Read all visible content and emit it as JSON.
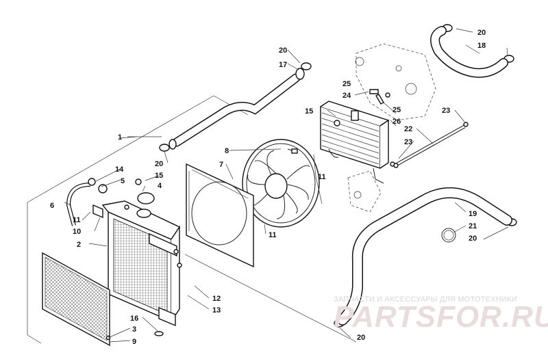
{
  "watermark": {
    "subtitle": "ЗАПЧАСТИ И АКСЕССУАРЫ ДЛЯ МОТОТЕХНИКИ",
    "brand": "PARTSFOR.RU"
  },
  "callouts": [
    {
      "id": "c1",
      "text": "1"
    },
    {
      "id": "c2",
      "text": "2"
    },
    {
      "id": "c3",
      "text": "3"
    },
    {
      "id": "c4",
      "text": "4"
    },
    {
      "id": "c5",
      "text": "5"
    },
    {
      "id": "c6",
      "text": "6"
    },
    {
      "id": "c7",
      "text": "7"
    },
    {
      "id": "c8",
      "text": "8"
    },
    {
      "id": "c9",
      "text": "9"
    },
    {
      "id": "c10",
      "text": "10"
    },
    {
      "id": "c11a",
      "text": "11"
    },
    {
      "id": "c11b",
      "text": "11"
    },
    {
      "id": "c11c",
      "text": "11"
    },
    {
      "id": "c12",
      "text": "12"
    },
    {
      "id": "c13",
      "text": "13"
    },
    {
      "id": "c14",
      "text": "14"
    },
    {
      "id": "c15a",
      "text": "15"
    },
    {
      "id": "c15b",
      "text": "15"
    },
    {
      "id": "c16",
      "text": "16"
    },
    {
      "id": "c17",
      "text": "17"
    },
    {
      "id": "c18",
      "text": "18"
    },
    {
      "id": "c19",
      "text": "19"
    },
    {
      "id": "c20a",
      "text": "20"
    },
    {
      "id": "c20b",
      "text": "20"
    },
    {
      "id": "c20c",
      "text": "20"
    },
    {
      "id": "c20d",
      "text": "20"
    },
    {
      "id": "c20e",
      "text": "20"
    },
    {
      "id": "c21",
      "text": "21"
    },
    {
      "id": "c22",
      "text": "22"
    },
    {
      "id": "c23a",
      "text": "23"
    },
    {
      "id": "c23b",
      "text": "23"
    },
    {
      "id": "c24",
      "text": "24"
    },
    {
      "id": "c25a",
      "text": "25"
    },
    {
      "id": "c25b",
      "text": "25"
    },
    {
      "id": "c26",
      "text": "26"
    }
  ]
}
